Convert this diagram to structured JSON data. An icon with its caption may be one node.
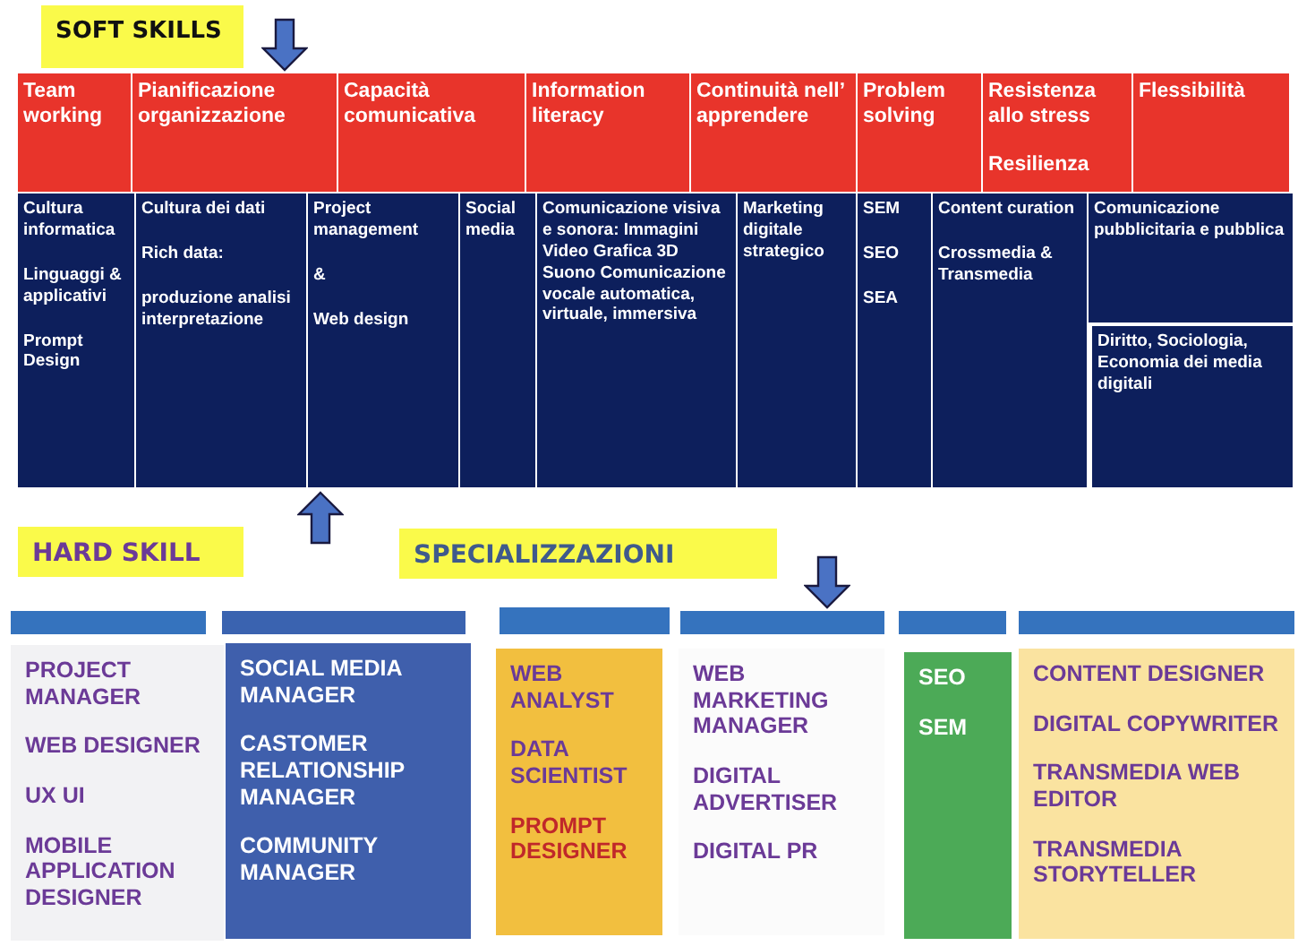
{
  "diagram": {
    "nodes": [
      {
        "text": [
          "SOFT SKILLS"
        ]
      },
      {
        "text": [
          "Team working"
        ]
      },
      {
        "text": [
          "Pianificazione organizzazione"
        ]
      },
      {
        "text": [
          "Capacità comunicativa"
        ]
      },
      {
        "text": [
          "Information literacy"
        ]
      },
      {
        "text": [
          "Continuità nell’ apprendere"
        ]
      },
      {
        "text": [
          "Problem solving"
        ]
      },
      {
        "text": [
          "Resistenza allo stress",
          "Resilienza"
        ]
      },
      {
        "text": [
          "Flessibilità"
        ]
      },
      {
        "text": [
          "Cultura informatica",
          "Linguaggi & applicativi",
          "Prompt Design"
        ]
      },
      {
        "text": [
          "Cultura dei dati",
          "Rich data:",
          "produzione analisi interpretazione"
        ]
      },
      {
        "text": [
          "Project management",
          "&",
          "Web design"
        ]
      },
      {
        "text": [
          "Social media"
        ]
      },
      {
        "text": [
          "Comunicazione visiva e sonora: Immagini Video Grafica 3D Suono Comunicazione vocale automatica, virtuale, immersiva"
        ]
      },
      {
        "text": [
          "Marketing digitale strategico"
        ]
      },
      {
        "text": [
          "SEM",
          "SEO",
          "SEA"
        ]
      },
      {
        "text": [
          "Content curation",
          "Crossmedia & Transmedia"
        ]
      },
      {
        "text": [
          "Comunicazione pubblicitaria e pubblica"
        ]
      },
      {
        "text": [
          "Diritto, Sociologia, Economia dei media digitali"
        ]
      },
      {
        "text": [
          "HARD SKILL"
        ]
      },
      {
        "text": [
          "SPECIALIZZAZIONI"
        ]
      },
      {
        "text": [],
        "shape": "bar"
      },
      {
        "text": [],
        "shape": "bar"
      },
      {
        "text": [],
        "shape": "bar"
      },
      {
        "text": [],
        "shape": "bar"
      },
      {
        "text": [],
        "shape": "bar"
      },
      {
        "text": [],
        "shape": "bar"
      },
      {
        "text": [
          "PROJECT MANAGER",
          "WEB DESIGNER",
          "UX UI",
          "MOBILE APPLICATION DESIGNER"
        ]
      },
      {
        "text": [
          "SOCIAL MEDIA MANAGER",
          "CASTOMER RELATIONSHIP MANAGER",
          "COMMUNITY MANAGER"
        ]
      },
      {
        "text": [
          "WEB ANALYST",
          "DATA SCIENTIST",
          "PROMPT DESIGNER"
        ]
      },
      {
        "text": [
          "WEB MARKETING MANAGER",
          "DIGITAL ADVERTISER",
          "DIGITAL PR"
        ]
      },
      {
        "text": [
          "SEO",
          "SEM"
        ]
      },
      {
        "text": [
          "CONTENT DESIGNER",
          "DIGITAL COPYWRITER",
          "TRANSMEDIA WEB EDITOR",
          "TRANSMEDIA STORYTELLER"
        ]
      }
    ],
    "edges": [
      {
        "from": 0,
        "to": 2,
        "arrow": "to"
      },
      {
        "from": 22,
        "to": 11,
        "arrow": "to"
      },
      {
        "from": 14,
        "to": 24,
        "arrow": "to"
      }
    ]
  }
}
